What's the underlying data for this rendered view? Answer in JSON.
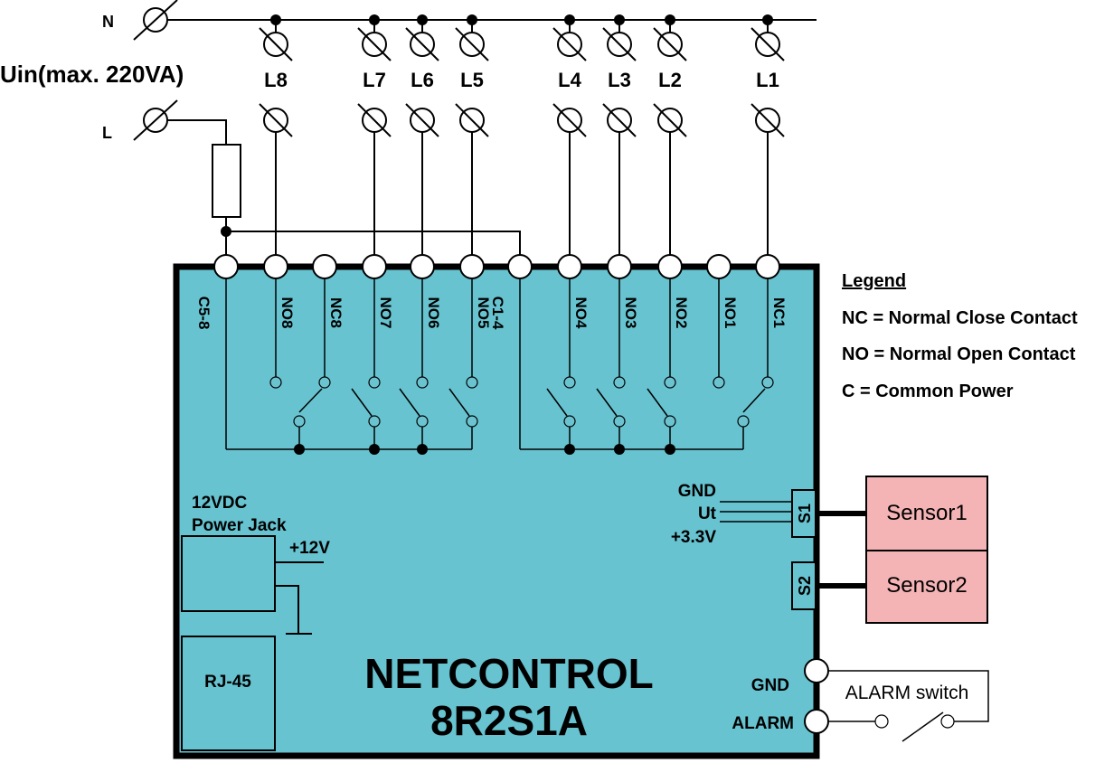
{
  "colors": {
    "board": "#67c3d0",
    "sensor": "#f4b3b5",
    "line": "#000000",
    "background": "#ffffff"
  },
  "supply": {
    "title": "Uin(max. 220VA)",
    "n_label": "N",
    "l_label": "L"
  },
  "loads": [
    "L8",
    "L7",
    "L6",
    "L5",
    "L4",
    "L3",
    "L2",
    "L1"
  ],
  "board": {
    "terminals": [
      "C5-8",
      "NO8",
      "NC8",
      "NO7",
      "NO6",
      "NO5",
      "C1-4",
      "NO4",
      "NO3",
      "NO2",
      "NO1",
      "NC1"
    ],
    "model_line1": "NETCONTROL",
    "model_line2": "8R2S1A",
    "power_jack_line1": "12VDC",
    "power_jack_line2": "Power Jack",
    "plus12v": "+12V",
    "rj45": "RJ-45",
    "sensor_pins": [
      "GND",
      "Ut",
      "+3.3V"
    ],
    "s1": "S1",
    "s2": "S2",
    "gnd_terminal": "GND",
    "alarm_terminal": "ALARM"
  },
  "sensors": [
    "Sensor1",
    "Sensor2"
  ],
  "alarm_switch": "ALARM switch",
  "legend": {
    "title": "Legend",
    "items": [
      "NC = Normal Close Contact",
      "NO = Normal Open Contact",
      "C = Common Power"
    ]
  }
}
